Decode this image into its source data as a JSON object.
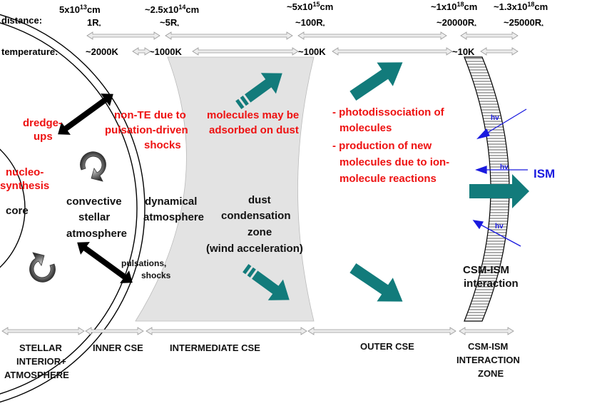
{
  "rows": {
    "distance_label": "distance:",
    "temperature_label": "temperature:"
  },
  "distance_values": [
    {
      "base": "5x10",
      "exp": "13",
      "unit": "cm",
      "radius": "1R",
      "sub": "*"
    },
    {
      "base": "~2.5x10",
      "exp": "14",
      "unit": "cm",
      "radius": "~5R",
      "sub": "*"
    },
    {
      "base": "~5x10",
      "exp": "15",
      "unit": "cm",
      "radius": "~100R",
      "sub": "*"
    },
    {
      "base": "~1x10",
      "exp": "18",
      "unit": "cm",
      "radius": "~20000R",
      "sub": "*"
    },
    {
      "base": "~1.3x10",
      "exp": "18",
      "unit": "cm",
      "radius": "~25000R",
      "sub": "*"
    }
  ],
  "temperature_values": [
    "~2000K",
    "~1000K",
    "~100K",
    "~10K"
  ],
  "star": {
    "dredge_up": [
      "dredge-",
      "ups"
    ],
    "nucleo": [
      "nucleo-",
      "synthesis"
    ],
    "core": "core",
    "convective": [
      "convective",
      "stellar",
      "atmosphere"
    ],
    "pulsations": [
      "pulsations,",
      "shocks"
    ]
  },
  "dynamical": [
    "dynamical",
    "atmosphere"
  ],
  "non_te": [
    "non-TE due to",
    "pulsation-driven",
    "shocks"
  ],
  "molecules_adsorbed": [
    "molecules may be",
    "adsorbed on dust"
  ],
  "dust_zone": [
    "dust",
    "condensation",
    "zone",
    "(wind acceleration)"
  ],
  "outer_text": [
    "- photodissociation of",
    "molecules",
    "- production of new",
    "molecules due to ion-",
    "molecule reactions"
  ],
  "hv_label": "hv",
  "ism_label": "ISM",
  "csm_ism": [
    "CSM-ISM",
    "interaction"
  ],
  "zones": {
    "stellar": [
      "STELLAR",
      "INTERIOR+",
      "ATMOSPHERE"
    ],
    "inner": "INNER CSE",
    "intermediate": "INTERMEDIATE CSE",
    "outer": "OUTER CSE",
    "interaction": [
      "CSM-ISM",
      "INTERACTION",
      "ZONE"
    ]
  },
  "colors": {
    "red": "#ee1111",
    "teal": "#127b7b",
    "blue": "#1a1adf",
    "gray_fill": "#e3e3e3",
    "arrow_fill": "#ececec"
  }
}
